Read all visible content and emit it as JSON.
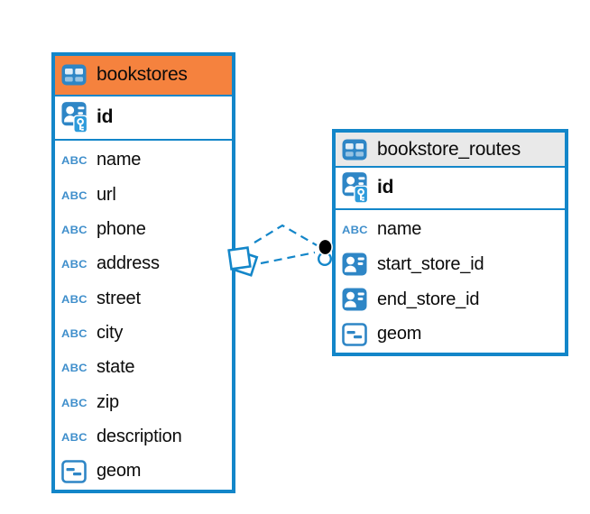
{
  "diagram": {
    "type": "entity-relationship",
    "background": "#ffffff"
  },
  "colors": {
    "accent_blue": "#1386C9",
    "icon_blue": "#2E86C6",
    "abc_blue": "#3E8ECB",
    "key_badge_blue": "#2D9BDB",
    "bookstores_header_bg": "#F5823E",
    "routes_header_bg": "#E9E9E9",
    "text": "#0B0B0B",
    "relationship_dot": "#000000"
  },
  "tables": [
    {
      "name": "bookstores",
      "header_bg": "#F5823E",
      "header_icon": "table-icon",
      "keys": [
        {
          "label": "id",
          "icon": "primary-key-icon"
        }
      ],
      "columns": [
        {
          "label": "name",
          "icon": "text-type-icon"
        },
        {
          "label": "url",
          "icon": "text-type-icon"
        },
        {
          "label": "phone",
          "icon": "text-type-icon"
        },
        {
          "label": "address",
          "icon": "text-type-icon"
        },
        {
          "label": "street",
          "icon": "text-type-icon"
        },
        {
          "label": "city",
          "icon": "text-type-icon"
        },
        {
          "label": "state",
          "icon": "text-type-icon"
        },
        {
          "label": "zip",
          "icon": "text-type-icon"
        },
        {
          "label": "description",
          "icon": "text-type-icon"
        },
        {
          "label": "geom",
          "icon": "geometry-type-icon"
        }
      ]
    },
    {
      "name": "bookstore_routes",
      "header_bg": "#E9E9E9",
      "header_icon": "table-icon",
      "keys": [
        {
          "label": "id",
          "icon": "primary-key-icon"
        }
      ],
      "columns": [
        {
          "label": "name",
          "icon": "text-type-icon"
        },
        {
          "label": "start_store_id",
          "icon": "reference-icon"
        },
        {
          "label": "end_store_id",
          "icon": "reference-icon"
        },
        {
          "label": "geom",
          "icon": "geometry-type-icon"
        }
      ]
    }
  ],
  "relationships": {
    "source_table": "bookstores",
    "target_table": "bookstore_routes",
    "line_style": "dashed",
    "line_color": "#1386C9",
    "line_count": 2,
    "source_marker": "stacked-diamond",
    "target_marker": "filled-dot-with-ring"
  }
}
